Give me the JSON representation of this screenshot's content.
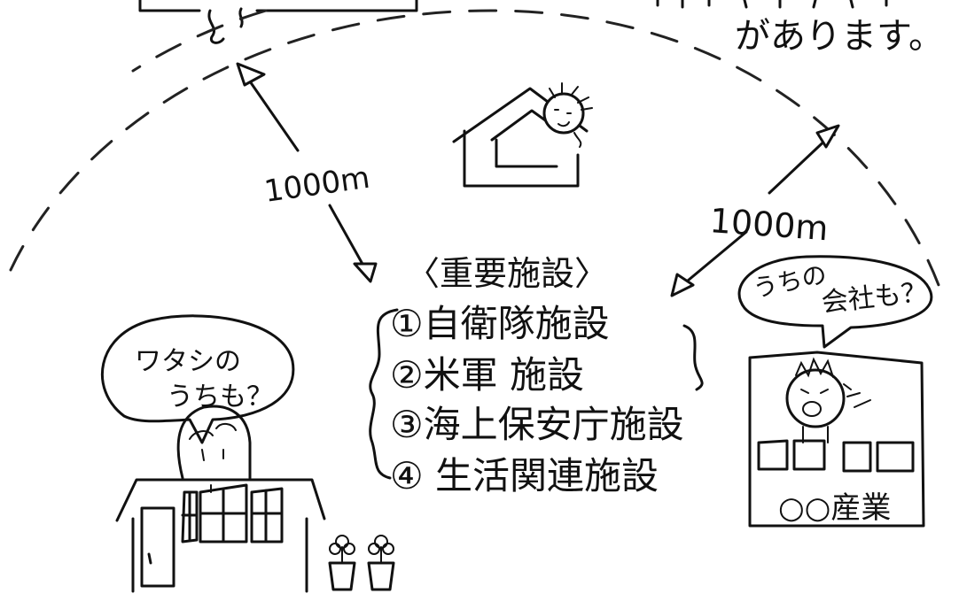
{
  "top_caption": "があります。",
  "distance_left": "1000m",
  "distance_right": "1000m",
  "facilities": {
    "heading": "〈重要施設〉",
    "items": [
      "①自衛隊施設",
      "②米軍 施設",
      "③海上保安庁施設",
      "④ 生活関連施設"
    ]
  },
  "speech_left": {
    "line1": "ワタシの",
    "line2": "うちも？"
  },
  "speech_right": {
    "line1": "うちの",
    "line2": "会社も？"
  },
  "factory_sign": "○○産業"
}
